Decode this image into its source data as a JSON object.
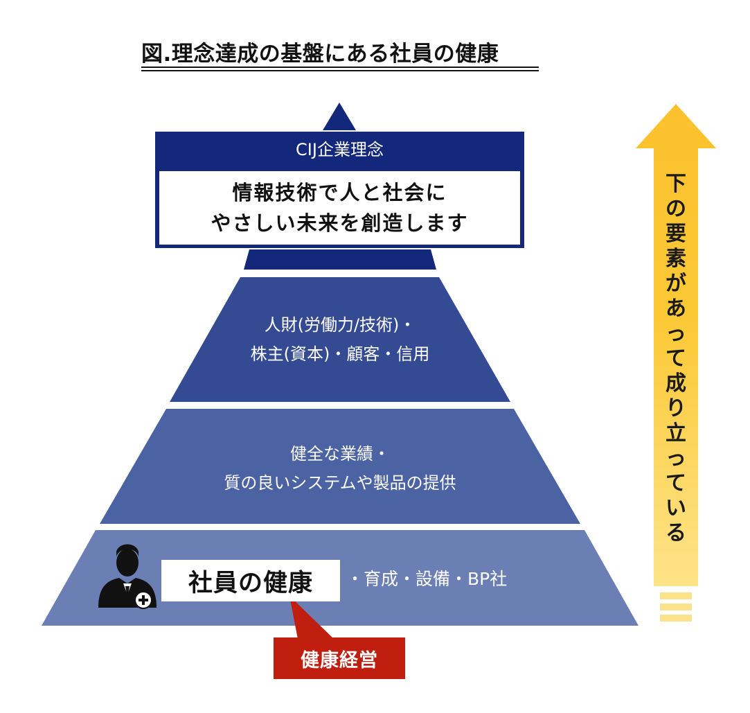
{
  "title": "図.理念達成の基盤にある社員の健康",
  "vision": {
    "header": "CIJ企業理念",
    "line1": "情報技術で人と社会に",
    "line2": "やさしい未来を創造します"
  },
  "tiers": [
    {
      "line1": "人財(労働力/技術)・",
      "line2": "株主(資本)・顧客・信用"
    },
    {
      "line1": "健全な業績・",
      "line2": "質の良いシステムや製品の提供"
    },
    {
      "highlight": "社員の健康",
      "suffix": "・育成・設備・BP社"
    }
  ],
  "callout": {
    "label": "健康経営"
  },
  "arrow_text": [
    "下",
    "の",
    "要",
    "素",
    "が",
    "あ",
    "っ",
    "て",
    "成",
    "り",
    "立",
    "っ",
    "て",
    "い",
    "る"
  ],
  "icons": {
    "person": "person-health-icon"
  },
  "colors": {
    "top_navy": "#13287a",
    "tier1": "#344b94",
    "tier2": "#4b62a3",
    "tier3": "#6b7fb4",
    "callout_red": "#c01f10",
    "arrow_yellow": "#fbc02d",
    "arrow_yellow_light": "#fde289"
  }
}
